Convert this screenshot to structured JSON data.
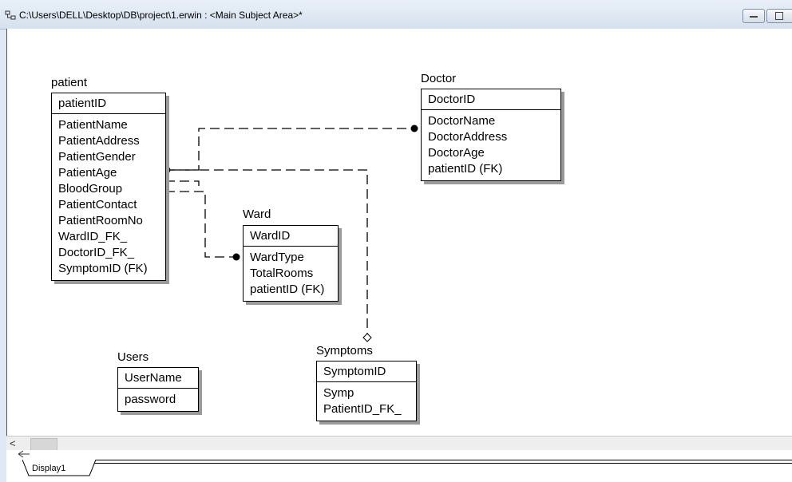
{
  "window": {
    "title": "C:\\Users\\DELL\\Desktop\\DB\\project\\1.erwin : <Main Subject Area>*"
  },
  "entities": {
    "patient": {
      "name": "patient",
      "pk": "patientID",
      "attrs": [
        "PatientName",
        "PatientAddress",
        "PatientGender",
        "PatientAge",
        "BloodGroup",
        "PatientContact",
        "PatientRoomNo",
        "WardID_FK_",
        "DoctorID_FK_",
        "SymptomID (FK)"
      ]
    },
    "doctor": {
      "name": "Doctor",
      "pk": "DoctorID",
      "attrs": [
        "DoctorName",
        "DoctorAddress",
        "DoctorAge",
        "patientID (FK)"
      ]
    },
    "ward": {
      "name": "Ward",
      "pk": "WardID",
      "attrs": [
        "WardType",
        "TotalRooms",
        "patientID (FK)"
      ]
    },
    "users": {
      "name": "Users",
      "pk": "UserName",
      "attrs": [
        "password"
      ]
    },
    "symptoms": {
      "name": "Symptoms",
      "pk": "SymptomID",
      "attrs": [
        "Symp",
        "PatientID_FK_"
      ]
    }
  },
  "scrollbar": {
    "left_arrow": "<"
  },
  "tabs": [
    {
      "label": "Display1"
    }
  ]
}
